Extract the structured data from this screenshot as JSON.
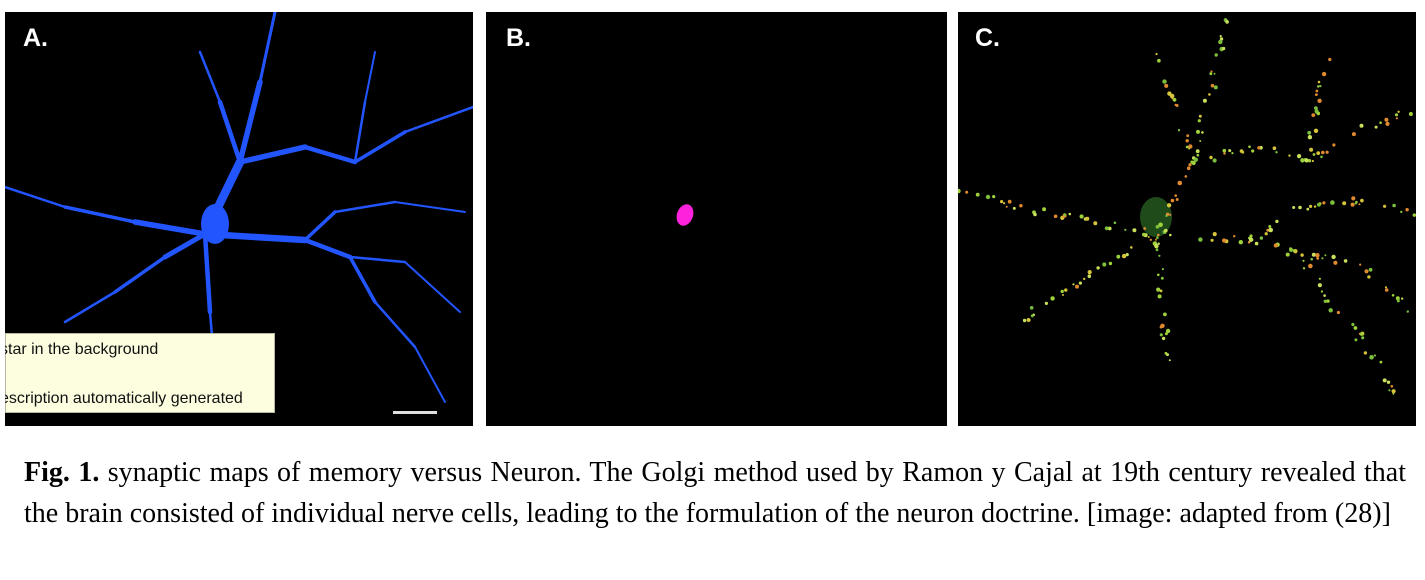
{
  "panels": [
    {
      "label": "A.",
      "stain_color": "#2355ff"
    },
    {
      "label": "B.",
      "stain_color": "#ff22dd"
    },
    {
      "label": "C.",
      "stain_color": "#9fd23a"
    }
  ],
  "tooltip": {
    "line1": "star in the background",
    "line2": "escription automatically generated"
  },
  "caption": {
    "fig_label": "Fig. 1.",
    "text": " synaptic maps of memory versus Neuron. The Golgi method used by Ramon y Cajal at 19th century revealed that the brain consisted of individual nerve cells, leading to the formulation of the neuron doctrine. [image: adapted from (28)]"
  }
}
